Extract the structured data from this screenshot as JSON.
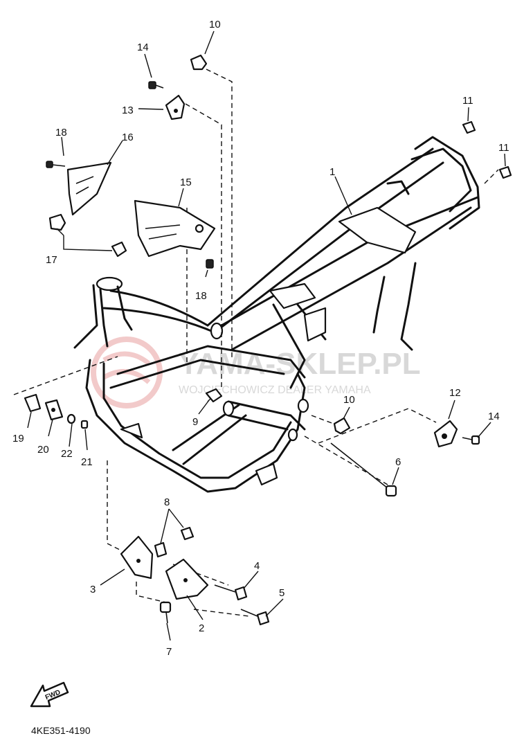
{
  "callouts": [
    {
      "id": "c1",
      "label": "1"
    },
    {
      "id": "c2",
      "label": "2"
    },
    {
      "id": "c3",
      "label": "3"
    },
    {
      "id": "c4",
      "label": "4"
    },
    {
      "id": "c5",
      "label": "5"
    },
    {
      "id": "c6",
      "label": "6"
    },
    {
      "id": "c7",
      "label": "7"
    },
    {
      "id": "c8",
      "label": "8"
    },
    {
      "id": "c9",
      "label": "9"
    },
    {
      "id": "c10a",
      "label": "10"
    },
    {
      "id": "c10b",
      "label": "10"
    },
    {
      "id": "c11a",
      "label": "11"
    },
    {
      "id": "c11b",
      "label": "11"
    },
    {
      "id": "c12",
      "label": "12"
    },
    {
      "id": "c13",
      "label": "13"
    },
    {
      "id": "c14a",
      "label": "14"
    },
    {
      "id": "c14b",
      "label": "14"
    },
    {
      "id": "c15",
      "label": "15"
    },
    {
      "id": "c16",
      "label": "16"
    },
    {
      "id": "c17",
      "label": "17"
    },
    {
      "id": "c18a",
      "label": "18"
    },
    {
      "id": "c18b",
      "label": "18"
    },
    {
      "id": "c19",
      "label": "19"
    },
    {
      "id": "c20",
      "label": "20"
    },
    {
      "id": "c21",
      "label": "21"
    },
    {
      "id": "c22",
      "label": "22"
    }
  ],
  "watermark": {
    "title": "YAMA-SKLEP.PL",
    "subtitle": "WOJCIECHOWICZ DEALER YAMAHA",
    "color": "#d8d8d8",
    "logo_color": "#e9b0b0"
  },
  "fwd_label": "FWD",
  "diagram_code": "4KE351-4190"
}
